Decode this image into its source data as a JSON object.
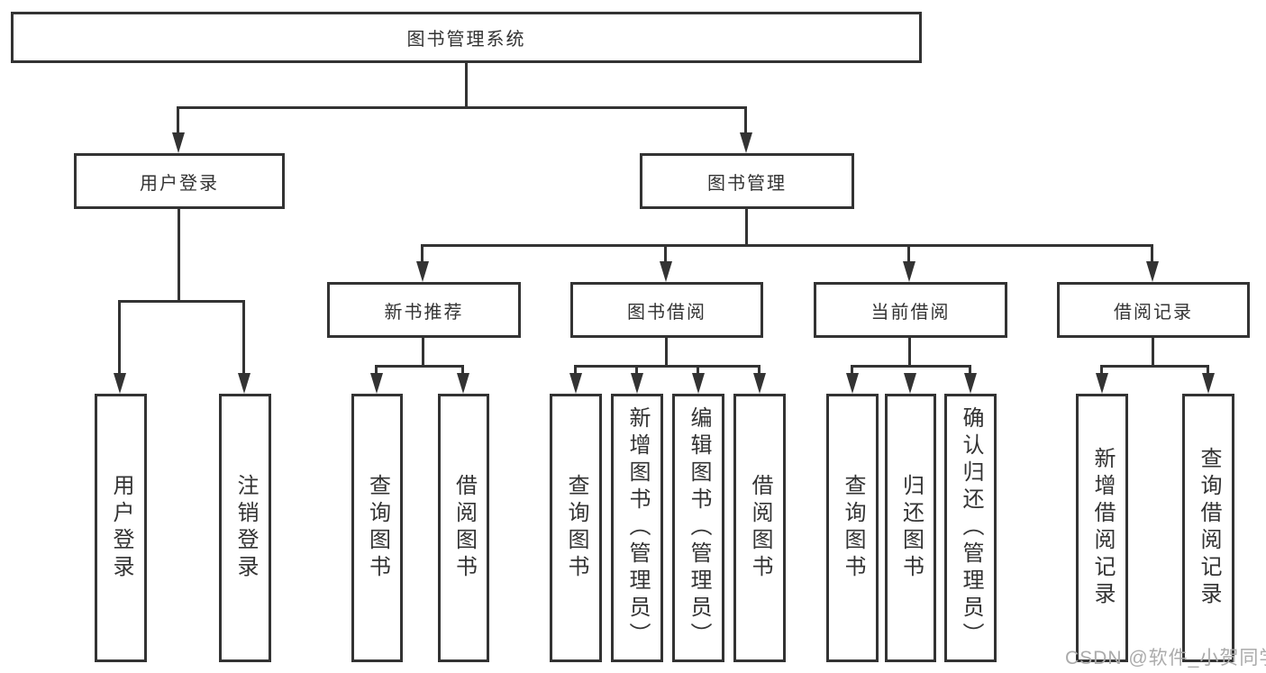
{
  "diagram": {
    "title": "图书管理系统",
    "branches": [
      {
        "label": "用户登录",
        "children": [
          {
            "label": "用户登录"
          },
          {
            "label": "注销登录"
          }
        ]
      },
      {
        "label": "图书管理",
        "children": [
          {
            "label": "新书推荐",
            "children": [
              {
                "label": "查询图书"
              },
              {
                "label": "借阅图书"
              }
            ]
          },
          {
            "label": "图书借阅",
            "children": [
              {
                "label": "查询图书"
              },
              {
                "label": "新增图书（管理员）"
              },
              {
                "label": "编辑图书（管理员）"
              },
              {
                "label": "借阅图书"
              }
            ]
          },
          {
            "label": "当前借阅",
            "children": [
              {
                "label": "查询图书"
              },
              {
                "label": "归还图书"
              },
              {
                "label": "确认归还（管理员）"
              }
            ]
          },
          {
            "label": "借阅记录",
            "children": [
              {
                "label": "新增借阅记录"
              },
              {
                "label": "查询借阅记录"
              }
            ]
          }
        ]
      }
    ]
  },
  "watermark": {
    "text": "CSDN @软件_小贺同学",
    "color": "#ababab"
  },
  "colors": {
    "line": "#333333",
    "box_background": "#ffffff",
    "text": "#333333"
  }
}
